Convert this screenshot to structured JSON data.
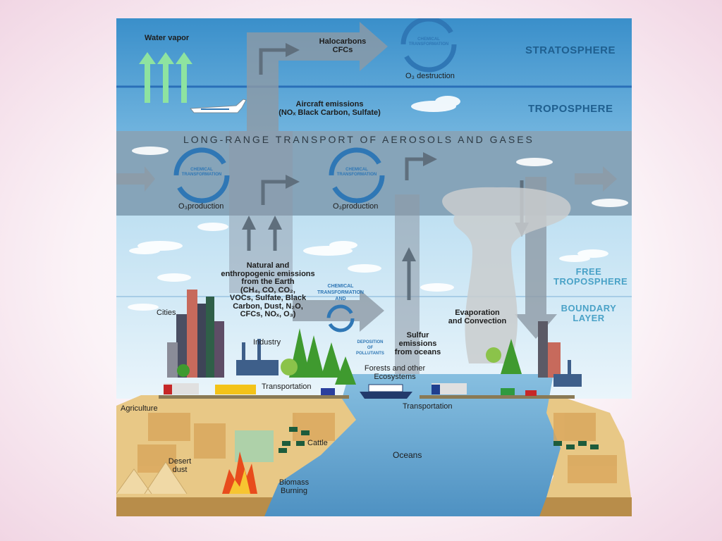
{
  "layers": {
    "stratosphere": "STRATOSPHERE",
    "troposphere": "TROPOSPHERE",
    "free_troposphere_1": "FREE",
    "free_troposphere_2": "TROPOSPHERE",
    "boundary_1": "BOUNDARY",
    "boundary_2": "LAYER"
  },
  "banner": "LONG-RANGE TRANSPORT OF AEROSOLS AND GASES",
  "labels": {
    "water_vapor": "Water vapor",
    "halocarbons_1": "Halocarbons",
    "halocarbons_2": "CFCs",
    "o3_destruction": "O₃ destruction",
    "aircraft_1": "Aircraft emissions",
    "aircraft_2": "(NOₓ Black Carbon, Sulfate)",
    "o3_production_left": "O₃production",
    "o3_production_mid": "O₃production",
    "natural_1": "Natural and",
    "natural_2": "enthropogenic emissions",
    "natural_3": "from the Earth",
    "natural_4": "(CH₄, CO, CO₂,",
    "natural_5": "VOCs, Sulfate, Black",
    "natural_6": "Carbon, Dust, N₂O,",
    "natural_7": "CFCs, NOₓ, O₃)",
    "sulfur_1": "Sulfur",
    "sulfur_2": "emissions",
    "sulfur_3": "from oceans",
    "evaporation_1": "Evaporation",
    "evaporation_2": "and Convection",
    "cities": "Cities",
    "industry": "Industry",
    "forests_1": "Forests and other",
    "forests_2": "Ecosystems",
    "transportation_left": "Transportation",
    "transportation_right": "Transportation",
    "agriculture": "Agriculture",
    "cattle": "Cattle",
    "oceans": "Oceans",
    "desert_1": "Desert",
    "desert_2": "dust",
    "biomass_1": "Biomass",
    "biomass_2": "Burning",
    "deposition_1": "DEPOSITION",
    "deposition_2": "OF",
    "deposition_3": "POLLUTANTS"
  },
  "cycles": {
    "c1": [
      "CHEMICAL",
      "TRANSFORMATION"
    ],
    "c2": [
      "CHEMICAL",
      "TRANSFORMATION"
    ],
    "c3": [
      "CHEMICAL",
      "TRANSFORMATION"
    ],
    "c4": [
      "CHEMICAL",
      "TRANSFORMATION",
      "AND"
    ]
  },
  "colors": {
    "stratosphere_sky": "#3f93cc",
    "troposphere_band": "#7f9fb5",
    "layer_text": "#1f5f8f",
    "free_layer_text": "#4aa2c7",
    "cycle_blue": "#2f77b5",
    "flow_arrow": "#8e9aa6",
    "ocean": "#6aa7cf",
    "land": "#e8c886"
  }
}
